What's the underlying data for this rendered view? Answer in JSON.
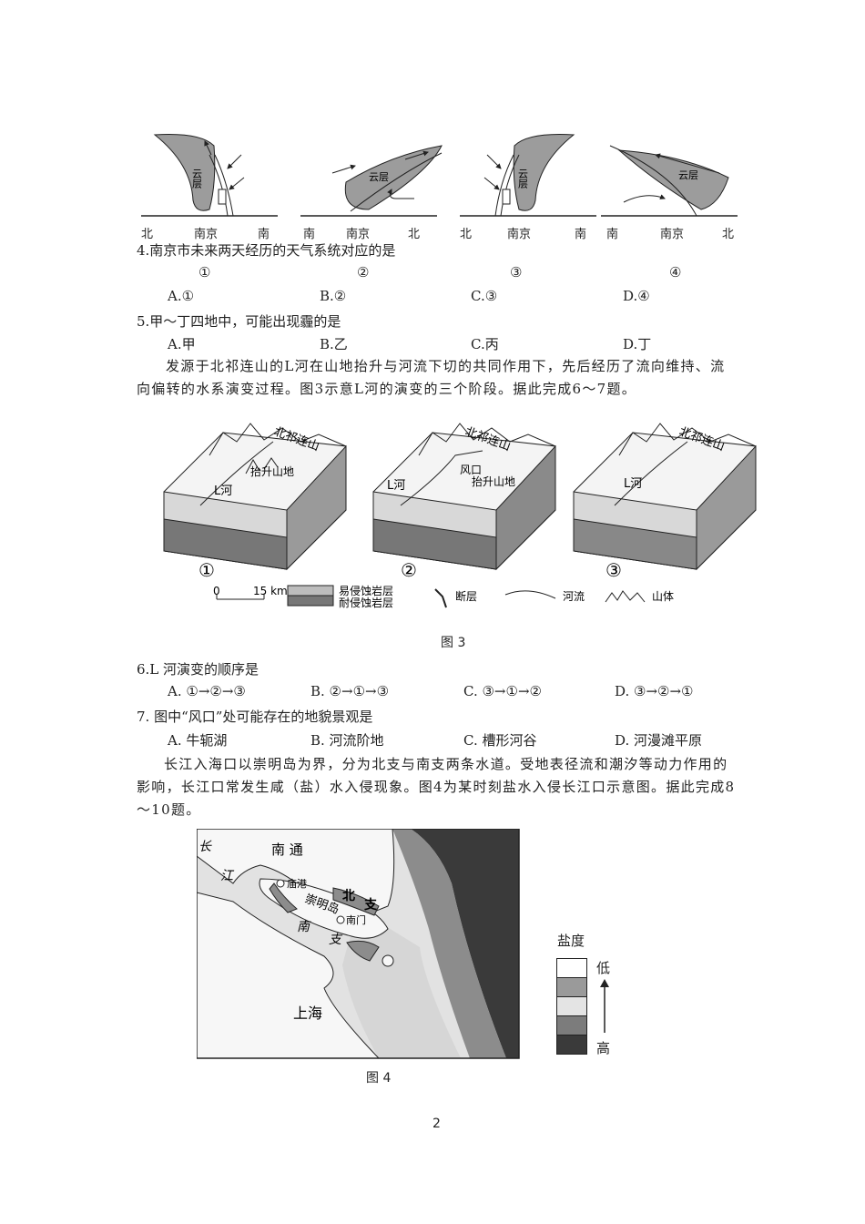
{
  "weather_figure": {
    "panels": [
      {
        "left": "北",
        "center": "南京",
        "right": "南",
        "cloud": "云层",
        "number": "①"
      },
      {
        "left": "南",
        "center": "南京",
        "right": "北",
        "cloud": "云层",
        "number": "②"
      },
      {
        "left": "北",
        "center": "南京",
        "right": "南",
        "cloud": "云层",
        "number": "③"
      },
      {
        "left": "南",
        "center": "南京",
        "right": "北",
        "cloud": "云层",
        "number": "④"
      }
    ]
  },
  "q4": {
    "stem": "4.南京市未来两天经历的天气系统对应的是",
    "options": [
      "A.①",
      "B.②",
      "C.③",
      "D.④"
    ]
  },
  "q5": {
    "stem": "5.甲～丁四地中，可能出现霾的是",
    "options": [
      "A.甲",
      "B.乙",
      "C.丙",
      "D.丁"
    ]
  },
  "intro_6_7": "发源于北祁连山的L河在山地抬升与河流下切的共同作用下，先后经历了流向维持、流向偏转的水系演变过程。图3示意L河的演变的三个阶段。据此完成6～7题。",
  "figure3": {
    "caption": "图 3",
    "mountain": "北祁连山",
    "river": "L河",
    "uplift": "抬升山地",
    "wind_gap": "风口",
    "stages": [
      "①",
      "②",
      "③"
    ],
    "scale_zero": "0",
    "scale_km": "15 km",
    "legend": {
      "soft": "易侵蚀岩层",
      "hard": "耐侵蚀岩层",
      "fault": "断层",
      "river": "河流",
      "mountain": "山体"
    }
  },
  "q6": {
    "stem": "6.L 河演变的顺序是",
    "options": [
      "A. ①→②→③",
      "B. ②→①→③",
      "C. ③→①→②",
      "D. ③→②→①"
    ]
  },
  "q7": {
    "stem": "7. 图中“风口”处可能存在的地貌景观是",
    "options": [
      "A. 牛轭湖",
      "B. 河流阶地",
      "C. 槽形河谷",
      "D. 河漫滩平原"
    ]
  },
  "intro_8_10": "长江入海口以崇明岛为界，分为北支与南支两条水道。受地表径流和潮汐等动力作用的影响，长江口常发生咸（盐）水入侵现象。图4为某时刻盐水入侵长江口示意图。据此完成8～10题。",
  "figure4": {
    "caption": "图 4",
    "labels": {
      "nantong": "南 通",
      "chang": "长",
      "jiang": "江",
      "miaogang": "庙港",
      "chongming": "崇明岛",
      "bei": "北",
      "zhi": "支",
      "nanmen": "南门",
      "nan": "南",
      "nanzhi": "支",
      "shanghai": "上海"
    },
    "legend_title": "盐度",
    "legend_low": "低",
    "legend_high": "高",
    "salinity_colors": [
      "#ffffff",
      "#9a9a9a",
      "#e4e4e4",
      "#7c7c7c",
      "#3a3a3a"
    ]
  },
  "page_number": "2"
}
